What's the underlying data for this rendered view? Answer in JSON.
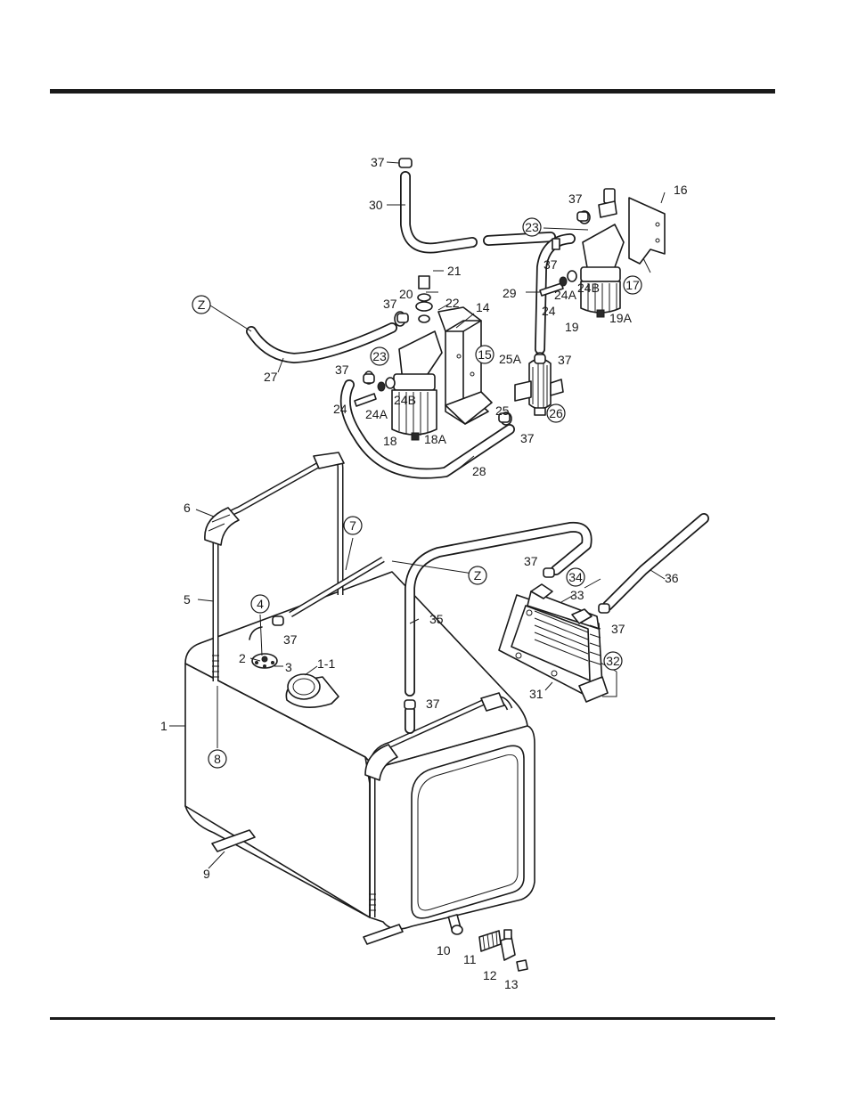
{
  "labels": {
    "p1": "1",
    "p1_1": "1-1",
    "p2": "2",
    "p3": "3",
    "p4": "4",
    "p5": "5",
    "p6": "6",
    "p7": "7",
    "p8": "8",
    "p9": "9",
    "p10": "10",
    "p11": "11",
    "p12": "12",
    "p13": "13",
    "p14": "14",
    "p15": "15",
    "p16": "16",
    "p17": "17",
    "p18": "18",
    "p18a": "18A",
    "p19": "19",
    "p19a": "19A",
    "p20": "20",
    "p21": "21",
    "p22": "22",
    "p23": "23",
    "p24": "24",
    "p24a": "24A",
    "p24b": "24B",
    "p25": "25",
    "p25a": "25A",
    "p26": "26",
    "p27": "27",
    "p28": "28",
    "p29": "29",
    "p30": "30",
    "p31": "31",
    "p32": "32",
    "p33": "33",
    "p34": "34",
    "p35": "35",
    "p36": "36",
    "p37": "37",
    "pz": "Z"
  }
}
